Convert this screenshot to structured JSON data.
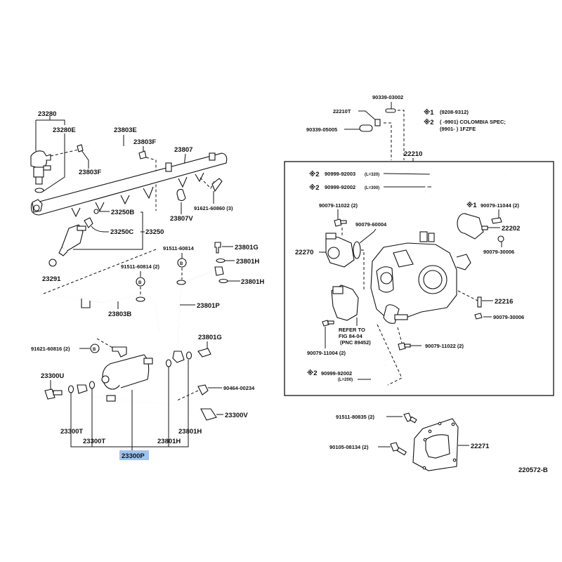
{
  "diagram": {
    "figure_id": "220572-B",
    "notes": {
      "note1_mark": "※1",
      "note1_text": "(9208-9312)",
      "note2_mark": "※2",
      "note2_line1": "(     -9901) COLOMBIA SPEC;",
      "note2_line2": "(9901-     ) 1FZFE"
    },
    "left_labels": {
      "p23280": "23280",
      "p23280E": "23280E",
      "p23803E": "23803E",
      "p23803F_top": "23803F",
      "p23803F_left": "23803F",
      "p23807": "23807",
      "p23807V": "23807V",
      "p91621_60860": "91621-60860 (3)",
      "p23250B": "23250B",
      "p23250C": "23250C",
      "p23250": "23250",
      "p23291": "23291",
      "p91511_60814": "91511-60814",
      "p91511_60814_2": "91511-60814 (2)",
      "p23801G_top": "23801G",
      "p23801H_top": "23801H",
      "p23801H_mid": "23801H",
      "p23801P": "23801P",
      "p23803B": "23803B",
      "p23801G_bot": "23801G",
      "p91621_60816": "91621-60816 (2)",
      "p23300U": "23300U",
      "p90464_00234": "90464-00234",
      "p23300V": "23300V",
      "p23300T_a": "23300T",
      "p23300T_b": "23300T",
      "p23801H_bot_a": "23801H",
      "p23801H_bot_b": "23801H",
      "p23300P": "23300P",
      "bolt_marker": "B"
    },
    "right_labels": {
      "p90339_03002": "90339-03002",
      "p22210T": "22210T",
      "p90339_05005": "90339-05005",
      "p22210": "22210",
      "p90999_92003": "90999-92003",
      "p90999_92003_len": "(L=320)",
      "p90999_92002a": "90999-92002",
      "p90999_92002a_len": "(L=300)",
      "p90079_11022_a": "90079-11022 (2)",
      "p90079_60004": "90079-60004",
      "p90079_11044": "90079-11044 (2)",
      "p22202": "22202",
      "p22270": "22270",
      "p90079_30006_a": "90079-30006",
      "p22216": "22216",
      "p90079_30006_b": "90079-30006",
      "refer_line1": "REFER TO",
      "refer_line2": "FIG 84-04",
      "refer_line3": "(PNC 89452)",
      "p90079_11004": "90079-11004 (2)",
      "p90079_11022_b": "90079-11022 (2)",
      "p90999_92002b": "90999-92002",
      "p90999_92002b_len": "(L=200)",
      "p91511_80835": "91511-80835 (2)",
      "p90105_08134": "90105-08134 (2)",
      "p22271": "22271"
    },
    "highlight_color": "#9cc4f2",
    "highlighted_part": "23300P"
  }
}
